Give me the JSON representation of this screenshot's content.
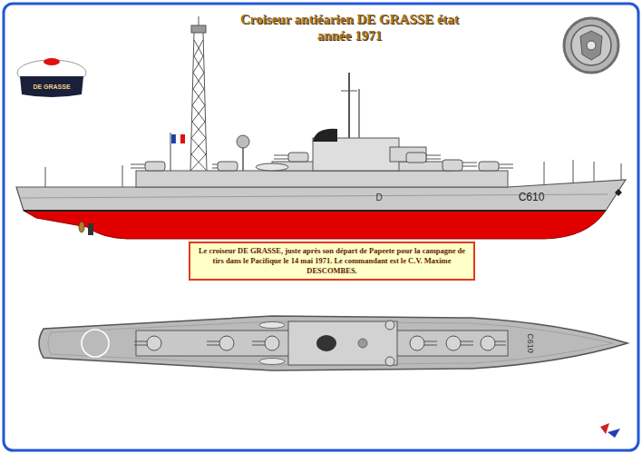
{
  "diagram": {
    "title": "Croiseur antiéarien DE GRASSE état année 1971",
    "caption": "Le croiseur DE GRASSE, juste après son départ de Papeete pour la campagne de tirs dans le Pacifique le 14 mai 1971. Le commandant est le C.V. Maxime DESCOMBES.",
    "labels": [
      "DE GRASSE",
      "C610",
      "D",
      "C610"
    ]
  }
}
